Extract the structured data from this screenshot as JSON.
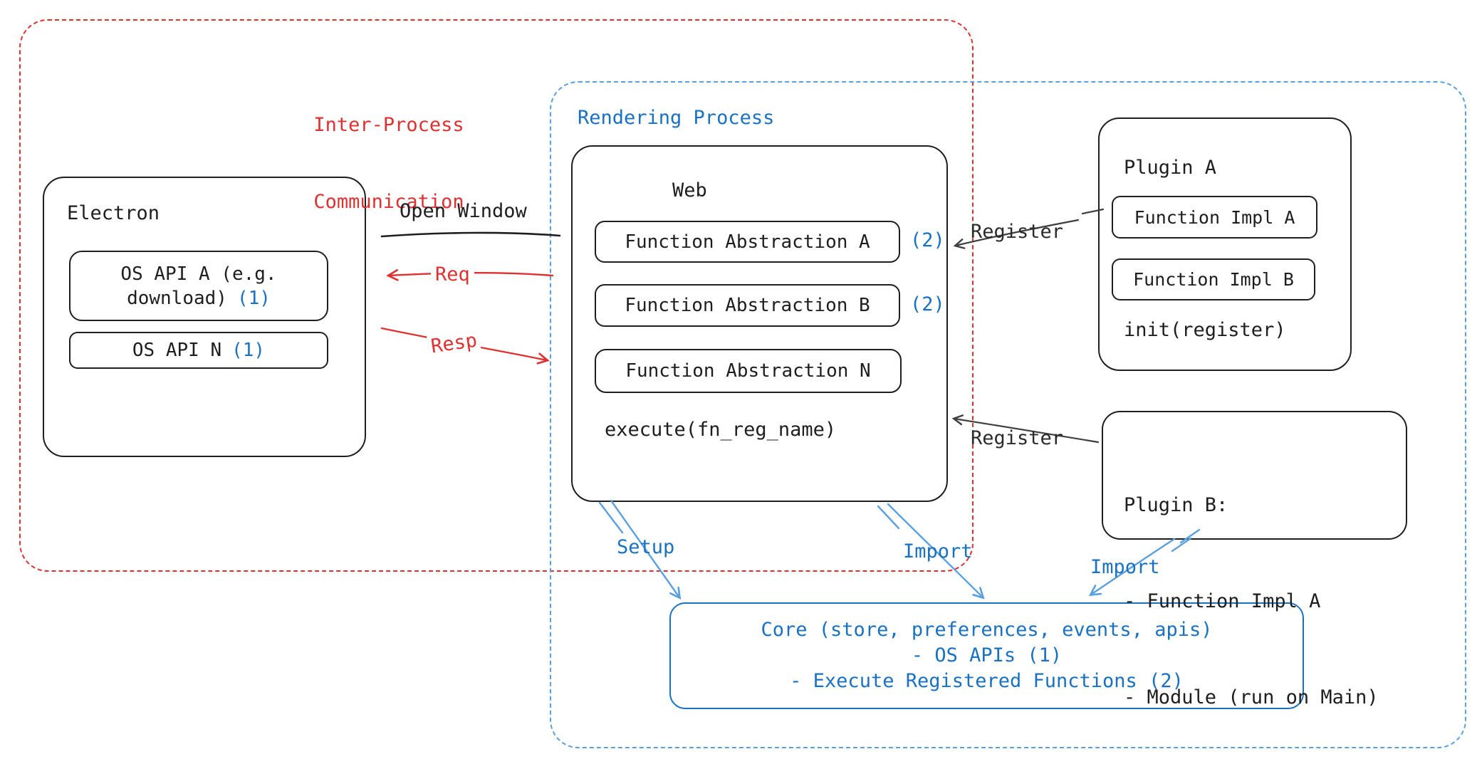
{
  "regions": {
    "ipc": {
      "label_line1": "Inter-Process",
      "label_line2": "Communication"
    },
    "rendering": {
      "label": "Rendering Process"
    }
  },
  "electron": {
    "title": "Electron",
    "api_a": {
      "line1": "OS API A (e.g.",
      "line2": "download)",
      "badge": "(1)"
    },
    "api_n": {
      "label": "OS API N",
      "badge": "(1)"
    }
  },
  "web": {
    "title": "Web",
    "items": [
      {
        "label": "Function Abstraction A",
        "badge": "(2)"
      },
      {
        "label": "Function Abstraction B",
        "badge": "(2)"
      },
      {
        "label": "Function Abstraction N",
        "badge": ""
      }
    ],
    "footer": "execute(fn_reg_name)"
  },
  "plugin_a": {
    "title": "Plugin A",
    "impl_a": "Function Impl A",
    "impl_b": "Function Impl B",
    "footer": "init(register)"
  },
  "plugin_b": {
    "title": "Plugin B:",
    "line1": "- Function Impl A",
    "line2": "- Module (run on Main)"
  },
  "core": {
    "line1": "Core (store, preferences, events, apis)",
    "line2": "- OS APIs (1)",
    "line3": "- Execute Registered Functions (2)"
  },
  "arrows": {
    "open_window": "Open Window",
    "req": "Req",
    "resp": "Resp",
    "register_top": "Register",
    "register_bottom": "Register",
    "setup": "Setup",
    "import_web": "Import",
    "import_plugin": "Import"
  },
  "colors": {
    "red": "#e03131",
    "blue": "#1971c2",
    "light_blue": "#5aa0e0",
    "ink": "#1e1e1e"
  }
}
